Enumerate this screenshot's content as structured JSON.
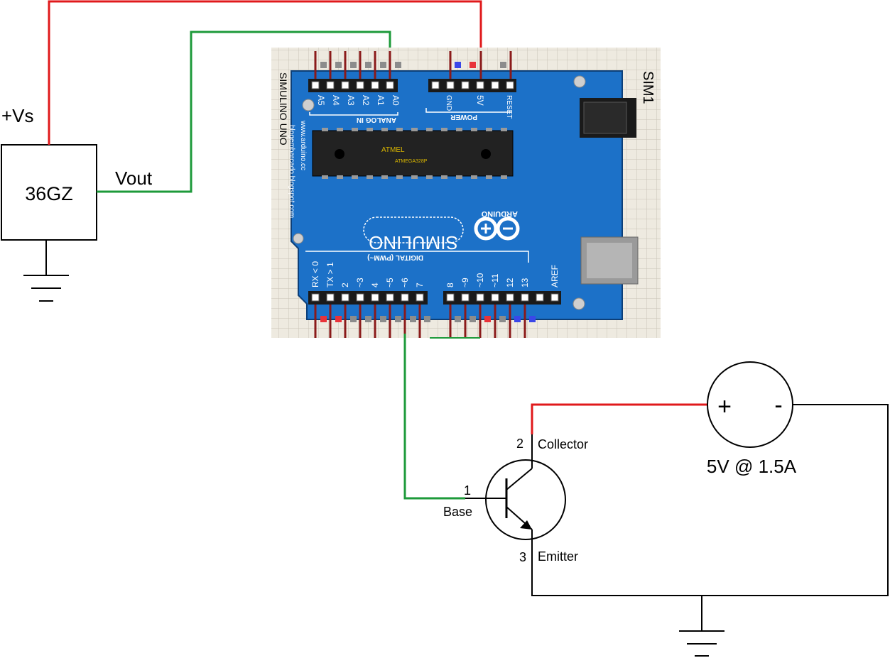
{
  "sensor": {
    "supply_label": "+Vs",
    "name": "36GZ",
    "output_label": "Vout"
  },
  "arduino": {
    "ref": "SIM1",
    "model": "SIMULINO UNO",
    "site1": "www.arduino.cc",
    "site2": "blogembarcado.blogspot.com",
    "analog_header": "ANALOG IN",
    "analog_pins": [
      "A5",
      "A4",
      "A3",
      "A2",
      "A1",
      "A0"
    ],
    "power_header": "POWER",
    "power_pins": [
      "GND",
      "5V",
      "RESET"
    ],
    "chip_brand": "ATMEL",
    "chip_model": "ATMEGA328P",
    "logo_text": "SIMULINO",
    "arduino_text": "ARDUINO",
    "digital_header": "DIGITAL (PWM~)",
    "digital_pins_low": [
      "RX < 0",
      "TX > 1",
      "2",
      "~3",
      "4",
      "~5",
      "~6",
      "7"
    ],
    "digital_pins_high": [
      "8",
      "~9",
      "~10",
      "~11",
      "12",
      "13",
      "",
      "AREF"
    ]
  },
  "transistor": {
    "pin1": "1",
    "pin1_name": "Base",
    "pin2": "2",
    "pin2_name": "Collector",
    "pin3": "3",
    "pin3_name": "Emitter"
  },
  "supply": {
    "plus": "+",
    "minus": "-",
    "rating": "5V @ 1.5A"
  },
  "colors": {
    "board": "#1c71c8",
    "grid": "#eeeae0",
    "wire_power": "#e0191b",
    "wire_signal": "#1d9a3a"
  }
}
